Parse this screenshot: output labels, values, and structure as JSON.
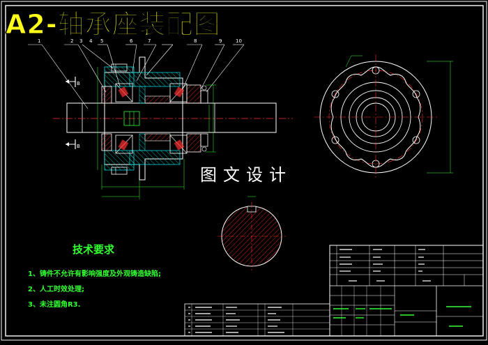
{
  "title": "A2-轴承座装配图",
  "watermark": "图文设计",
  "tech_requirements": {
    "heading": "技术要求",
    "items": [
      "1、铸件不允许有影响强度及外观铸造缺陷;",
      "2、人工时效处理;",
      "3、未注圆角R3."
    ]
  },
  "balloons": [
    "1",
    "2",
    "3",
    "4",
    "5",
    "6",
    "7",
    "8",
    "9",
    "10"
  ],
  "section_marks": {
    "top": "B",
    "bottom": "B"
  },
  "colors": {
    "background": "#000000",
    "title": "#ffff1a",
    "outline": "#ffffff",
    "section": "#00e0e0",
    "hatch": "#ff3030",
    "center": "#ff3030",
    "dimension": "#33ff33",
    "leader": "#ffffff",
    "text_green": "#33ff33"
  }
}
